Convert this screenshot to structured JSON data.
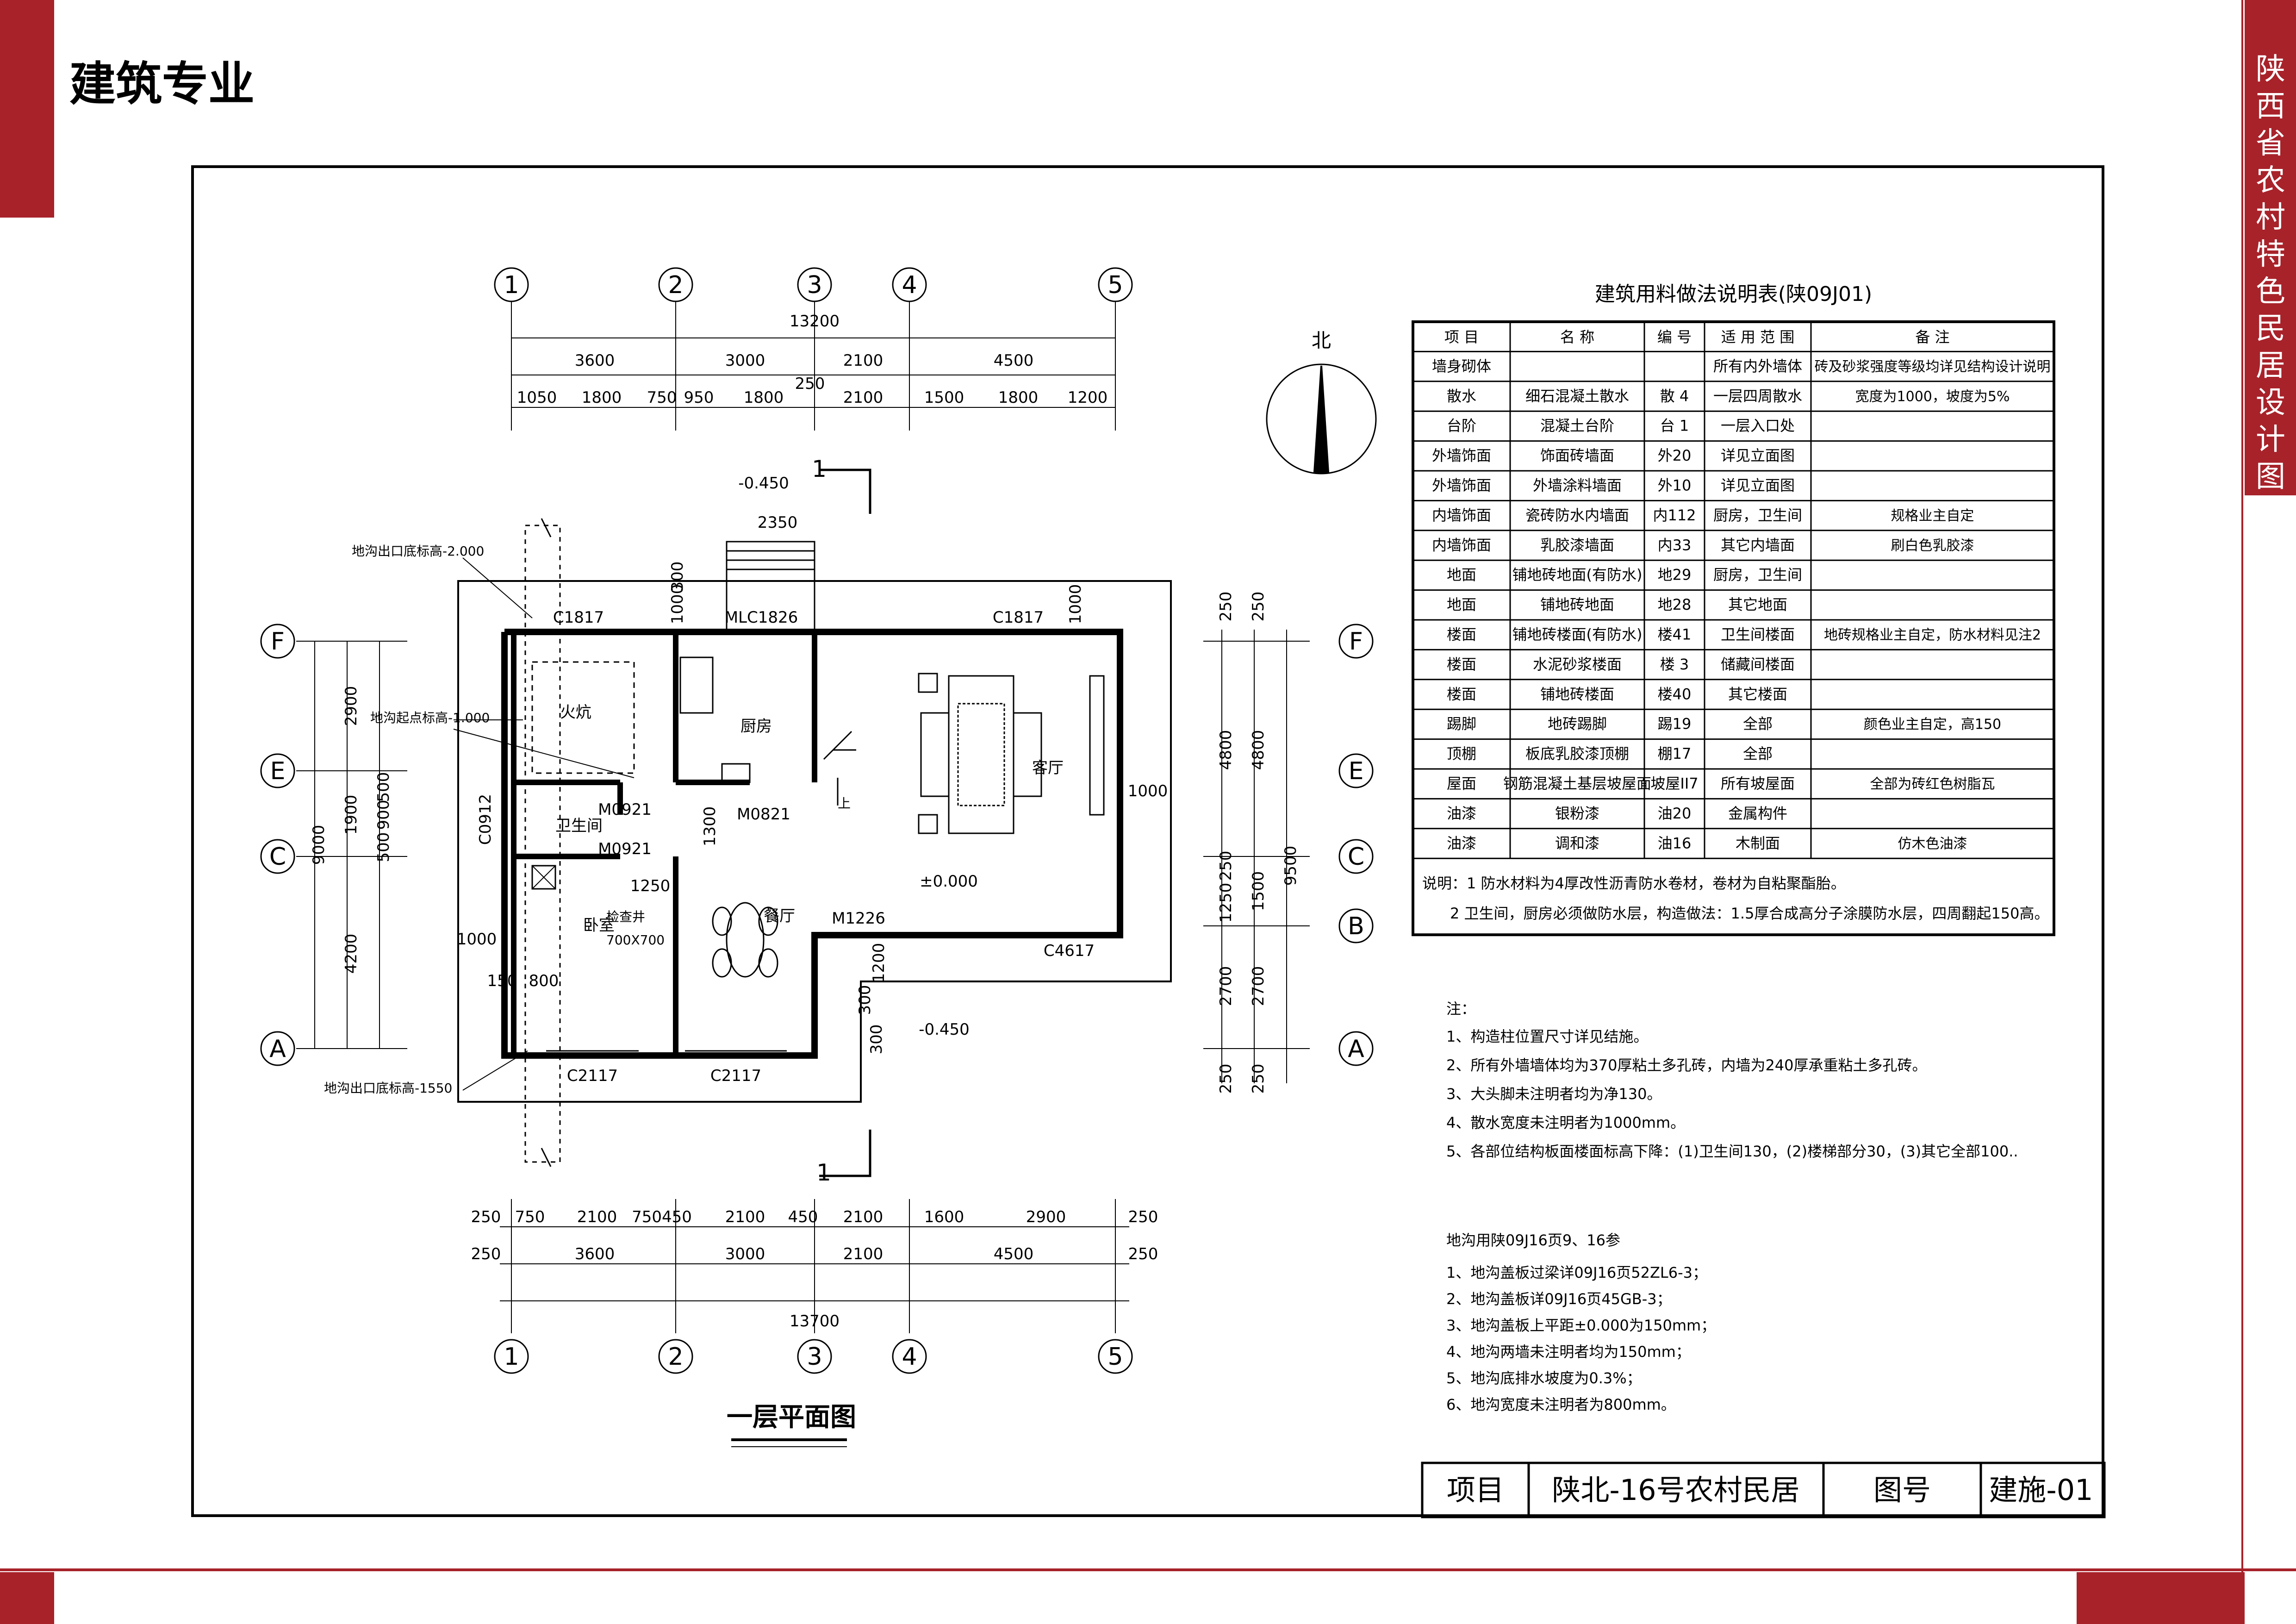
{
  "header": {
    "title": "建筑专业"
  },
  "side_title": "陕西省农村特色民居设计图集",
  "colors": {
    "accent": "#a8222a",
    "line": "#000000"
  },
  "plan": {
    "title": "一层平面图",
    "section_mark": "1",
    "north": "北",
    "axes_x": [
      "1",
      "2",
      "3",
      "4",
      "5"
    ],
    "axes_y": [
      "F",
      "E",
      "C",
      "B",
      "A"
    ],
    "dims_top": {
      "total": "13200",
      "row1": [
        "3600",
        "3000",
        "2100",
        "4500"
      ],
      "row2": [
        "1050",
        "1800",
        "750",
        "950",
        "1800",
        "250",
        "2100",
        "1500",
        "1800",
        "1200"
      ]
    },
    "dims_bottom": {
      "total": "13700",
      "row1": [
        "250",
        "3600",
        "3000",
        "2100",
        "4500",
        "250"
      ],
      "row2": [
        "250",
        "750",
        "2100",
        "750450",
        "2100",
        "450",
        "2100",
        "1600",
        "2900",
        "250"
      ]
    },
    "dims_left": {
      "total": "9000",
      "row1": [
        "2900",
        "1900",
        "4200"
      ],
      "row2": [
        "500",
        "900",
        "500"
      ]
    },
    "dims_right": {
      "total": "9500",
      "row1": [
        "250",
        "4800",
        "1250",
        "250",
        "2700",
        "250"
      ],
      "row2": [
        "250",
        "4800",
        "1500",
        "2700",
        "250"
      ]
    },
    "rooms": {
      "kitchen": "厨房",
      "living": "客厅",
      "bed": "卧室",
      "dining": "餐厅",
      "kang": "火炕",
      "wc": "卫生间",
      "well": "检查井",
      "well_size": "700X700"
    },
    "openings": [
      "C1817",
      "MLC1826",
      "C1817",
      "M0921",
      "M0921",
      "M0821",
      "C0912",
      "C4617",
      "M1226",
      "C2117",
      "C2117"
    ],
    "levels": [
      "-0.450",
      "±0.000",
      "-0.450"
    ],
    "misc_dims": [
      "2350",
      "300",
      "1000",
      "1000",
      "1000",
      "1300",
      "1250",
      "1000",
      "150",
      "800",
      "1200",
      "300",
      "300"
    ],
    "notes": {
      "trench_out_top": "地沟出口底标高-2.000",
      "trench_start": "地沟起点标高-1.000",
      "trench_out_bottom": "地沟出口底标高-1550",
      "stair_up": "上"
    }
  },
  "materials_table": {
    "title": "建筑用料做法说明表(陕09J01)",
    "headers": [
      "项 目",
      "名 称",
      "编 号",
      "适 用 范 围",
      "备 注"
    ],
    "rows": [
      [
        "墙身砌体",
        "",
        "",
        "所有内外墙体",
        "砖及砂浆强度等级均详见结构设计说明"
      ],
      [
        "散水",
        "细石混凝土散水",
        "散 4",
        "一层四周散水",
        "宽度为1000，坡度为5%"
      ],
      [
        "台阶",
        "混凝土台阶",
        "台 1",
        "一层入口处",
        ""
      ],
      [
        "外墙饰面",
        "饰面砖墙面",
        "外20",
        "详见立面图",
        ""
      ],
      [
        "外墙饰面",
        "外墙涂料墙面",
        "外10",
        "详见立面图",
        ""
      ],
      [
        "内墙饰面",
        "瓷砖防水内墙面",
        "内112",
        "厨房，卫生间",
        "规格业主自定"
      ],
      [
        "内墙饰面",
        "乳胶漆墙面",
        "内33",
        "其它内墙面",
        "刷白色乳胶漆"
      ],
      [
        "地面",
        "铺地砖地面(有防水)",
        "地29",
        "厨房，卫生间",
        ""
      ],
      [
        "地面",
        "铺地砖地面",
        "地28",
        "其它地面",
        ""
      ],
      [
        "楼面",
        "铺地砖楼面(有防水)",
        "楼41",
        "卫生间楼面",
        "地砖规格业主自定，防水材料见注2"
      ],
      [
        "楼面",
        "水泥砂浆楼面",
        "楼 3",
        "储藏间楼面",
        ""
      ],
      [
        "楼面",
        "铺地砖楼面",
        "楼40",
        "其它楼面",
        ""
      ],
      [
        "踢脚",
        "地砖踢脚",
        "踢19",
        "全部",
        "颜色业主自定，高150"
      ],
      [
        "顶棚",
        "板底乳胶漆顶棚",
        "棚17",
        "全部",
        ""
      ],
      [
        "屋面",
        "钢筋混凝土基层坡屋面",
        "坡屋II7",
        "所有坡屋面",
        "全部为砖红色树脂瓦"
      ],
      [
        "油漆",
        "银粉漆",
        "油20",
        "金属构件",
        ""
      ],
      [
        "油漆",
        "调和漆",
        "油16",
        "木制面",
        "仿木色油漆"
      ]
    ],
    "notes": [
      "说明：1 防水材料为4厚改性沥青防水卷材，卷材为自粘聚酯胎。",
      "2 卫生间，厨房必须做防水层，构造做法：1.5厚合成高分子涂膜防水层，四周翻起150高。"
    ]
  },
  "general_notes": {
    "heading": "注：",
    "items": [
      "1、构造柱位置尺寸详见结施。",
      "2、所有外墙墙体均为370厚粘土多孔砖，内墙为240厚承重粘土多孔砖。",
      "3、大头脚未注明者均为净130。",
      "4、散水宽度未注明者为1000mm。",
      "5、各部位结构板面楼面标高下降：(1)卫生间130，(2)楼梯部分30，(3)其它全部100.."
    ]
  },
  "trench_notes": {
    "heading": "地沟用陕09J16页9、16参",
    "items": [
      "1、地沟盖板过梁详09J16页52ZL6-3；",
      "2、地沟盖板详09J16页45GB-3；",
      "3、地沟盖板上平距±0.000为150mm；",
      "4、地沟两墙未注明者均为150mm；",
      "5、地沟底排水坡度为0.3%；",
      "6、地沟宽度未注明者为800mm。"
    ]
  },
  "title_block": {
    "project_label": "项目",
    "project_name": "陕北-16号农村民居",
    "drawing_label": "图号",
    "drawing_no": "建施-01"
  }
}
